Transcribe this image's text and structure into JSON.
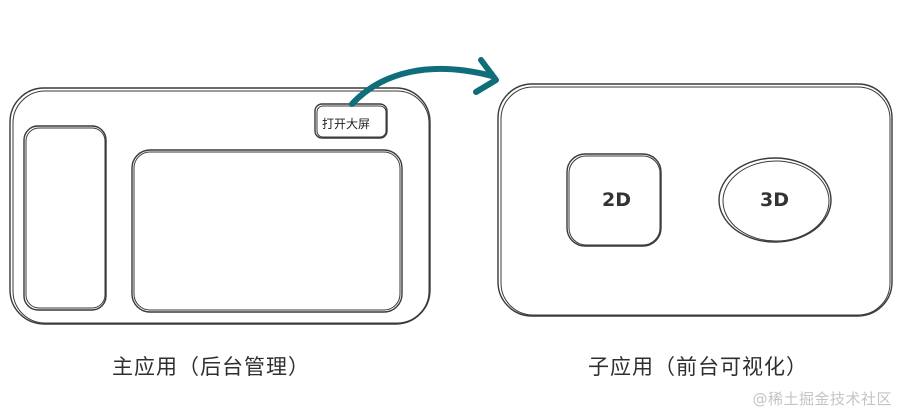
{
  "main_app": {
    "caption": "主应用（后台管理）",
    "open_button_label": "打开大屏"
  },
  "sub_app": {
    "caption": "子应用（前台可视化）",
    "label_2d": "2D",
    "label_3d": "3D"
  },
  "watermark": "@稀土掘金技术社区",
  "colors": {
    "stroke": "#3a3a3a",
    "arrow": "#0f6e7a"
  }
}
